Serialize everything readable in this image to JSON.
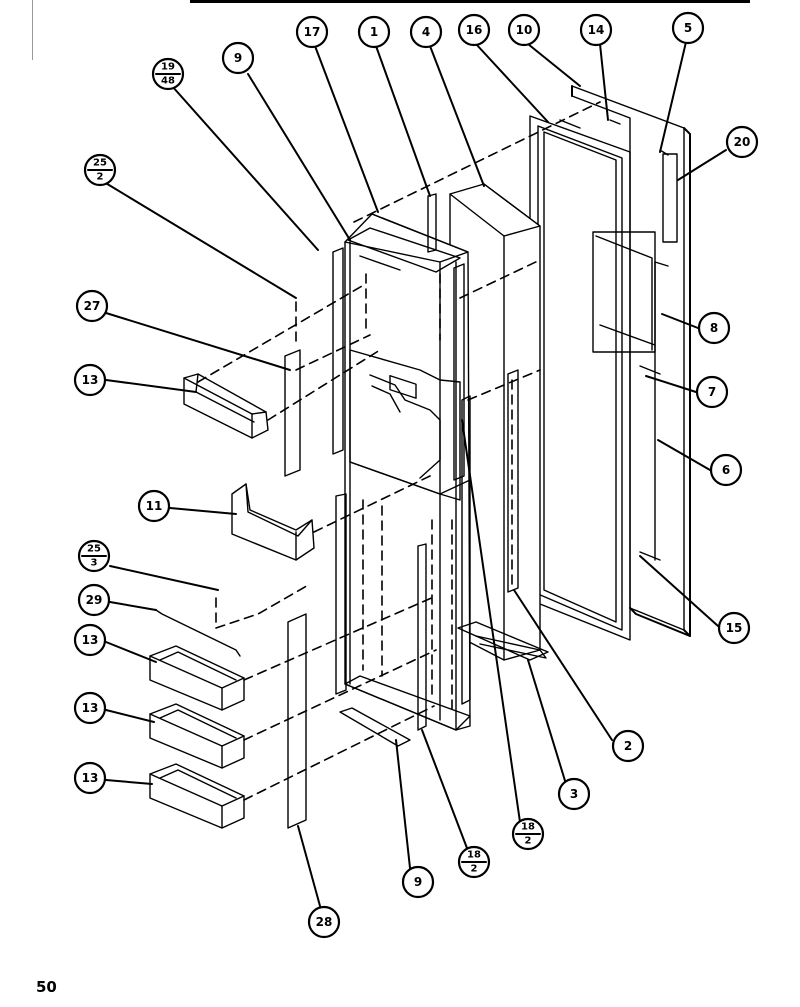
{
  "page_number": "50",
  "callouts": [
    {
      "id": "c17",
      "label": "17"
    },
    {
      "id": "c1",
      "label": "1"
    },
    {
      "id": "c4",
      "label": "4"
    },
    {
      "id": "c16",
      "label": "16"
    },
    {
      "id": "c10",
      "label": "10"
    },
    {
      "id": "c14",
      "label": "14"
    },
    {
      "id": "c5",
      "label": "5"
    },
    {
      "id": "c9a",
      "label": "9"
    },
    {
      "id": "c19_48",
      "top": "19",
      "bottom": "48"
    },
    {
      "id": "c25_2",
      "top": "25",
      "bottom": "2"
    },
    {
      "id": "c20",
      "label": "20"
    },
    {
      "id": "c27",
      "label": "27"
    },
    {
      "id": "c8",
      "label": "8"
    },
    {
      "id": "c13a",
      "label": "13"
    },
    {
      "id": "c7",
      "label": "7"
    },
    {
      "id": "c6",
      "label": "6"
    },
    {
      "id": "c11",
      "label": "11"
    },
    {
      "id": "c25_3",
      "top": "25",
      "bottom": "3"
    },
    {
      "id": "c29",
      "label": "29"
    },
    {
      "id": "c15",
      "label": "15"
    },
    {
      "id": "c13b",
      "label": "13"
    },
    {
      "id": "c13c",
      "label": "13"
    },
    {
      "id": "c2",
      "label": "2"
    },
    {
      "id": "c13d",
      "label": "13"
    },
    {
      "id": "c3",
      "label": "3"
    },
    {
      "id": "c18_2a",
      "top": "18",
      "bottom": "2"
    },
    {
      "id": "c18_2b",
      "top": "18",
      "bottom": "2"
    },
    {
      "id": "c9b",
      "label": "9"
    },
    {
      "id": "c28",
      "label": "28"
    }
  ]
}
